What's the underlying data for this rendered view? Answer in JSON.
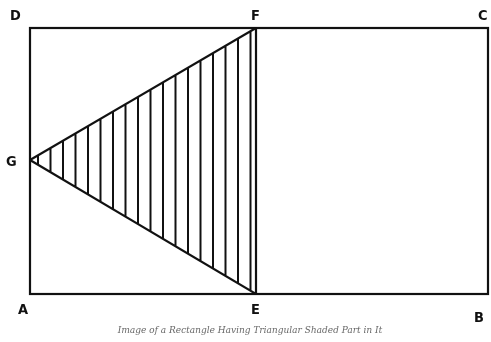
{
  "points": {
    "A": "A",
    "B": "B",
    "C": "C",
    "D": "D",
    "E": "E",
    "F": "F",
    "G": "G"
  },
  "caption": "Image of a Rectangle Having Triangular Shaded Part in It",
  "colors": {
    "stroke": "#111111",
    "hatch": "#111111",
    "caption": "#666666"
  }
}
